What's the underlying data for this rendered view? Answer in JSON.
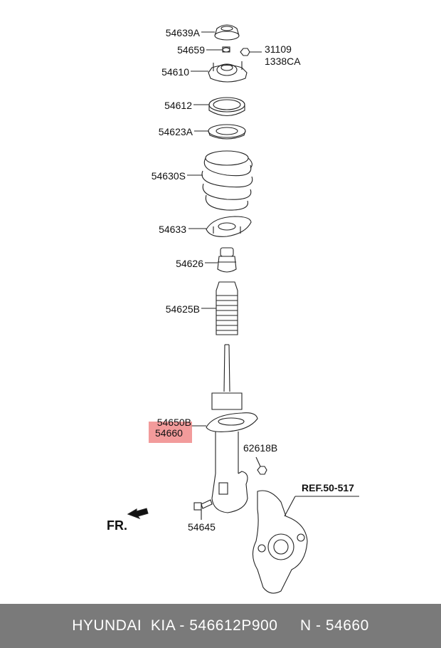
{
  "labels": {
    "p54639A": "54639A",
    "p54659": "54659",
    "p31109": "31109",
    "p1338CA": "1338CA",
    "p54610": "54610",
    "p54612": "54612",
    "p54623A": "54623A",
    "p54630S": "54630S",
    "p54633": "54633",
    "p54626": "54626",
    "p54625B": "54625B",
    "p54650B": "54650B",
    "p54660": "54660",
    "p62618B": "62618B",
    "p54645": "54645",
    "ref": "REF.50-517",
    "fr": "FR."
  },
  "footer": {
    "text": "HYUNDAI  KIA - 546612P900     N - 54660"
  },
  "colors": {
    "highlight": "#f08a8a",
    "footer_bg": "#7a7a7a",
    "line": "#222222"
  }
}
